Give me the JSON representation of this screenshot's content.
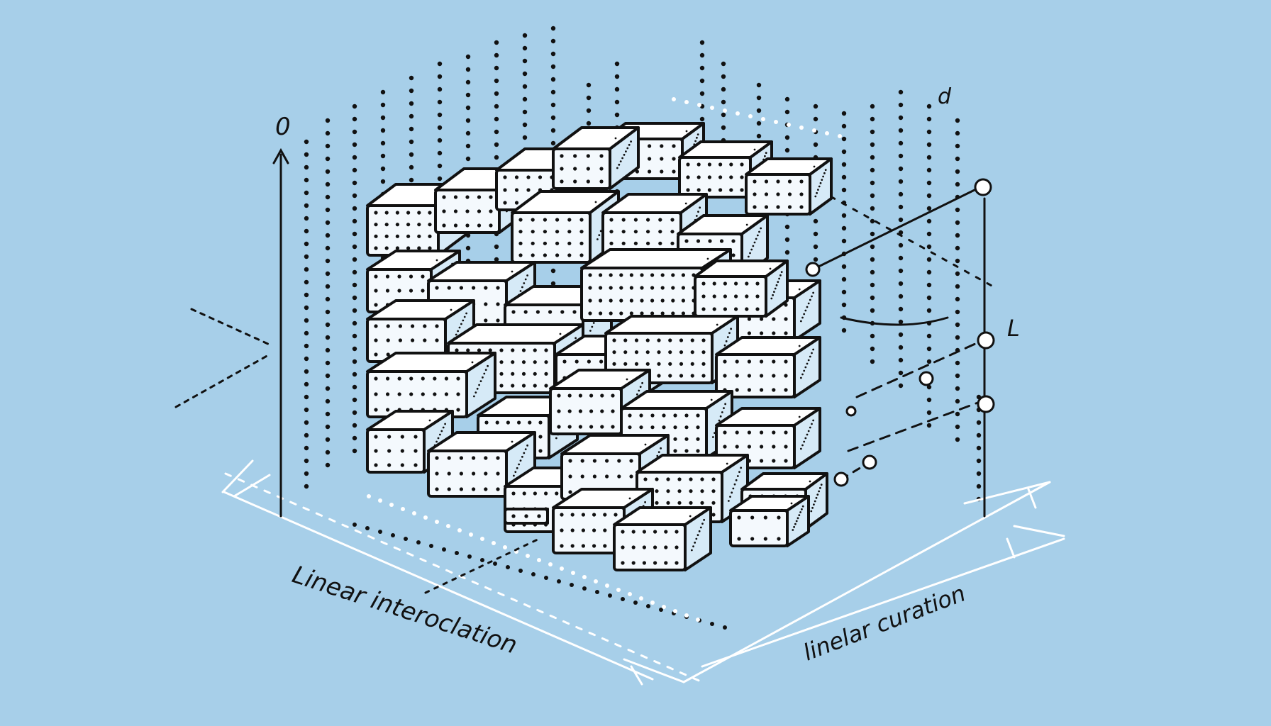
{
  "labels": {
    "vertical_axis_top": "0",
    "right_top_marker": "d",
    "right_side_marker": "L",
    "bottom_left": "Linear interoclation",
    "bottom_right": "linelar curation"
  },
  "colors": {
    "background": "#a7cfe9",
    "ink": "#111111",
    "brick_face": "#f4f9fd",
    "brick_side": "#d6eaf7",
    "brick_top": "#ffffff",
    "guide_white": "#ffffff"
  }
}
